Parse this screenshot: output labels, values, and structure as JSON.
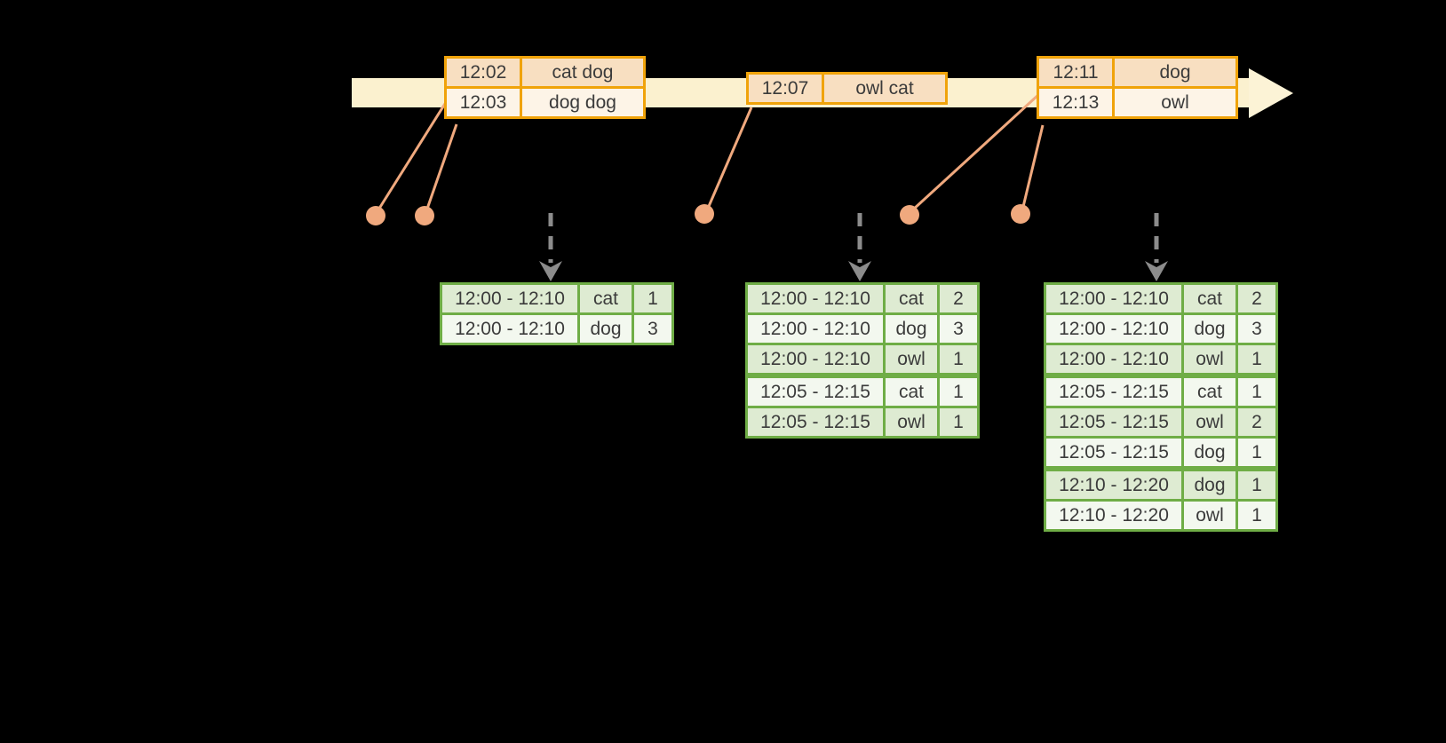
{
  "colors": {
    "background": "#000000",
    "timeline_band": "#FBF1CF",
    "event_table_border": "#F0A30A",
    "event_row_dark": "#F8DFC1",
    "event_row_light": "#FDF4E7",
    "connector_and_dots": "#F0A97E",
    "trigger_arrow": "#8C8C8C",
    "result_table_border": "#6FAD46",
    "result_row_dark": "#DEEBD2",
    "result_row_light": "#F3F8EF",
    "text": "#3B3B3B"
  },
  "icons": {
    "timeline_arrow_head": "right-arrow",
    "trigger_arrow": "dashed-down-arrow",
    "event_marker": "circle-dot"
  },
  "timeline": {
    "event_tables": [
      {
        "rows": [
          {
            "time": "12:02",
            "words": "cat dog"
          },
          {
            "time": "12:03",
            "words": "dog dog"
          }
        ]
      },
      {
        "rows": [
          {
            "time": "12:07",
            "words": "owl cat"
          }
        ]
      },
      {
        "rows": [
          {
            "time": "12:11",
            "words": "dog"
          },
          {
            "time": "12:13",
            "words": "owl"
          }
        ]
      }
    ]
  },
  "result_tables": [
    {
      "rows": [
        {
          "window": "12:00 - 12:10",
          "word": "cat",
          "count": "1"
        },
        {
          "window": "12:00 - 12:10",
          "word": "dog",
          "count": "3"
        }
      ]
    },
    {
      "rows": [
        {
          "window": "12:00 - 12:10",
          "word": "cat",
          "count": "2"
        },
        {
          "window": "12:00 - 12:10",
          "word": "dog",
          "count": "3"
        },
        {
          "window": "12:00 - 12:10",
          "word": "owl",
          "count": "1"
        },
        {
          "window": "12:05 - 12:15",
          "word": "cat",
          "count": "1"
        },
        {
          "window": "12:05 - 12:15",
          "word": "owl",
          "count": "1"
        }
      ]
    },
    {
      "rows": [
        {
          "window": "12:00 - 12:10",
          "word": "cat",
          "count": "2"
        },
        {
          "window": "12:00 - 12:10",
          "word": "dog",
          "count": "3"
        },
        {
          "window": "12:00 - 12:10",
          "word": "owl",
          "count": "1"
        },
        {
          "window": "12:05 - 12:15",
          "word": "cat",
          "count": "1"
        },
        {
          "window": "12:05 - 12:15",
          "word": "owl",
          "count": "2"
        },
        {
          "window": "12:05 - 12:15",
          "word": "dog",
          "count": "1"
        },
        {
          "window": "12:10 - 12:20",
          "word": "dog",
          "count": "1"
        },
        {
          "window": "12:10 - 12:20",
          "word": "owl",
          "count": "1"
        }
      ]
    }
  ]
}
